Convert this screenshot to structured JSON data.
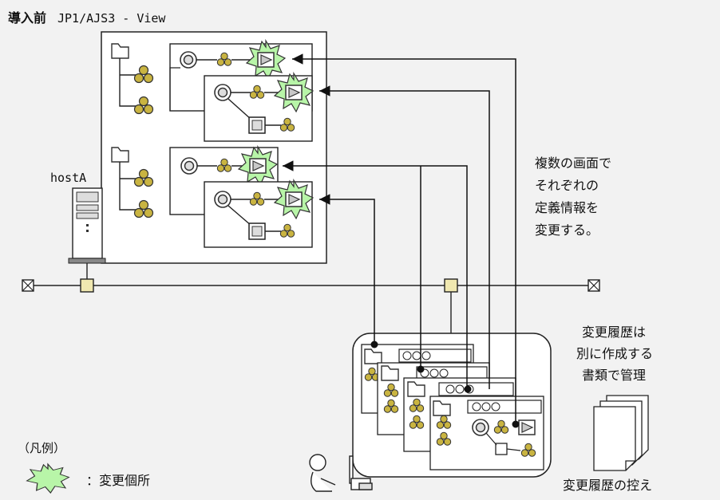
{
  "title": {
    "label": "導入前",
    "app": "JP1/AJS3 - View"
  },
  "host": {
    "name": "hostA"
  },
  "note_right": [
    "複数の画面で",
    "それぞれの",
    "定義情報を",
    "変更する。"
  ],
  "note_history": [
    "変更履歴は",
    "別に作成する",
    "書類で管理"
  ],
  "docs_caption": "変更履歴の控え",
  "legend": {
    "title": "（凡例）",
    "change_point": "：変更個所"
  },
  "colors": {
    "burst": "#b8f5a8",
    "node": "#c9b441",
    "box": "#f0e8b0",
    "bg": "#f2f2f2"
  }
}
